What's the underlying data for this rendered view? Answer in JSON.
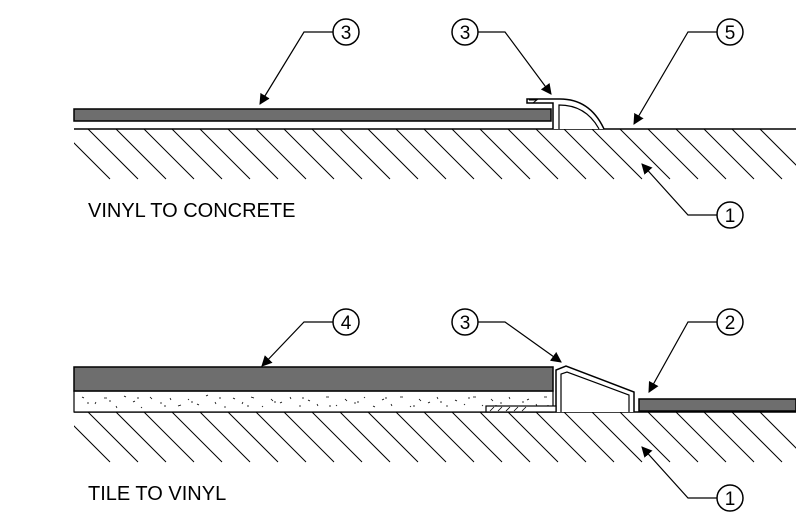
{
  "section_top": {
    "caption": "VINYL TO CONCRETE",
    "callouts": [
      "3",
      "3",
      "5",
      "1"
    ]
  },
  "section_bottom": {
    "caption": "TILE TO VINYL",
    "callouts": [
      "4",
      "3",
      "2",
      "1"
    ]
  },
  "colors": {
    "line": "#000000",
    "floor_fill": "#6e6e6e",
    "background": "#ffffff"
  }
}
